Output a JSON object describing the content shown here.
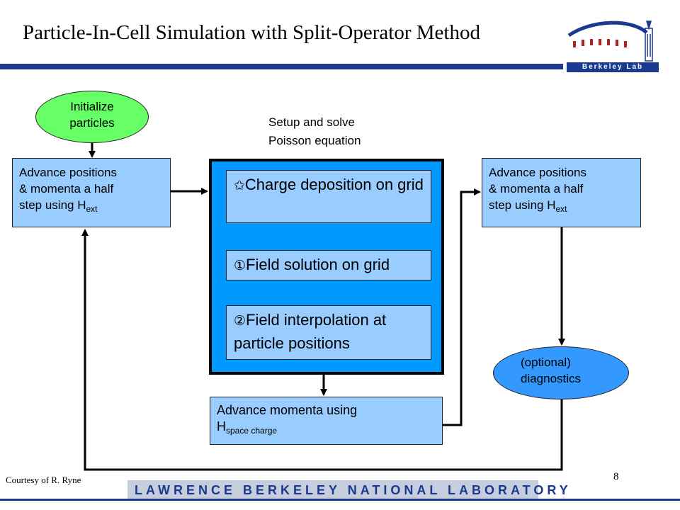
{
  "title": "Particle-In-Cell Simulation with Split-Operator Method",
  "logo": {
    "text": "Berkeley Lab",
    "colors": {
      "arch": "#1a3a8f",
      "pillars": "#b22222",
      "tower": "#1a3a8f"
    }
  },
  "nodes": {
    "initialize": {
      "line1": "Initialize",
      "line2": "particles",
      "color": "#66ff66"
    },
    "advance_left": {
      "line1": "Advance positions",
      "line2": "& momenta a half",
      "line3_pre": "step using H",
      "line3_sub": "ext",
      "color": "#99ccff"
    },
    "poisson_label": {
      "line1": "Setup and solve",
      "line2": "Poisson equation"
    },
    "charge_deposition": {
      "symbol": "✩",
      "text": "Charge deposition on grid"
    },
    "field_solution": {
      "symbol": "①",
      "text": "Field solution on grid"
    },
    "field_interpolation": {
      "symbol": "②",
      "text": "Field interpolation at particle positions"
    },
    "advance_momenta": {
      "text": "Advance momenta using",
      "h": "H",
      "sub": "space charge",
      "color": "#99ccff"
    },
    "advance_right": {
      "line1": "Advance positions",
      "line2": "& momenta a half",
      "line3_pre": "step using H",
      "line3_sub": "ext",
      "color": "#99ccff"
    },
    "diagnostics": {
      "line1": "(optional)",
      "line2": "diagnostics",
      "color": "#3399ff"
    }
  },
  "colors": {
    "central_block": "#0099ff",
    "light_box": "#99ccff",
    "navy": "#1a3a8f"
  },
  "footer": {
    "courtesy": "Courtesy of R. Ryne",
    "page_number": "8",
    "lab_name": "LAWRENCE BERKELEY NATIONAL LABORATORY"
  }
}
